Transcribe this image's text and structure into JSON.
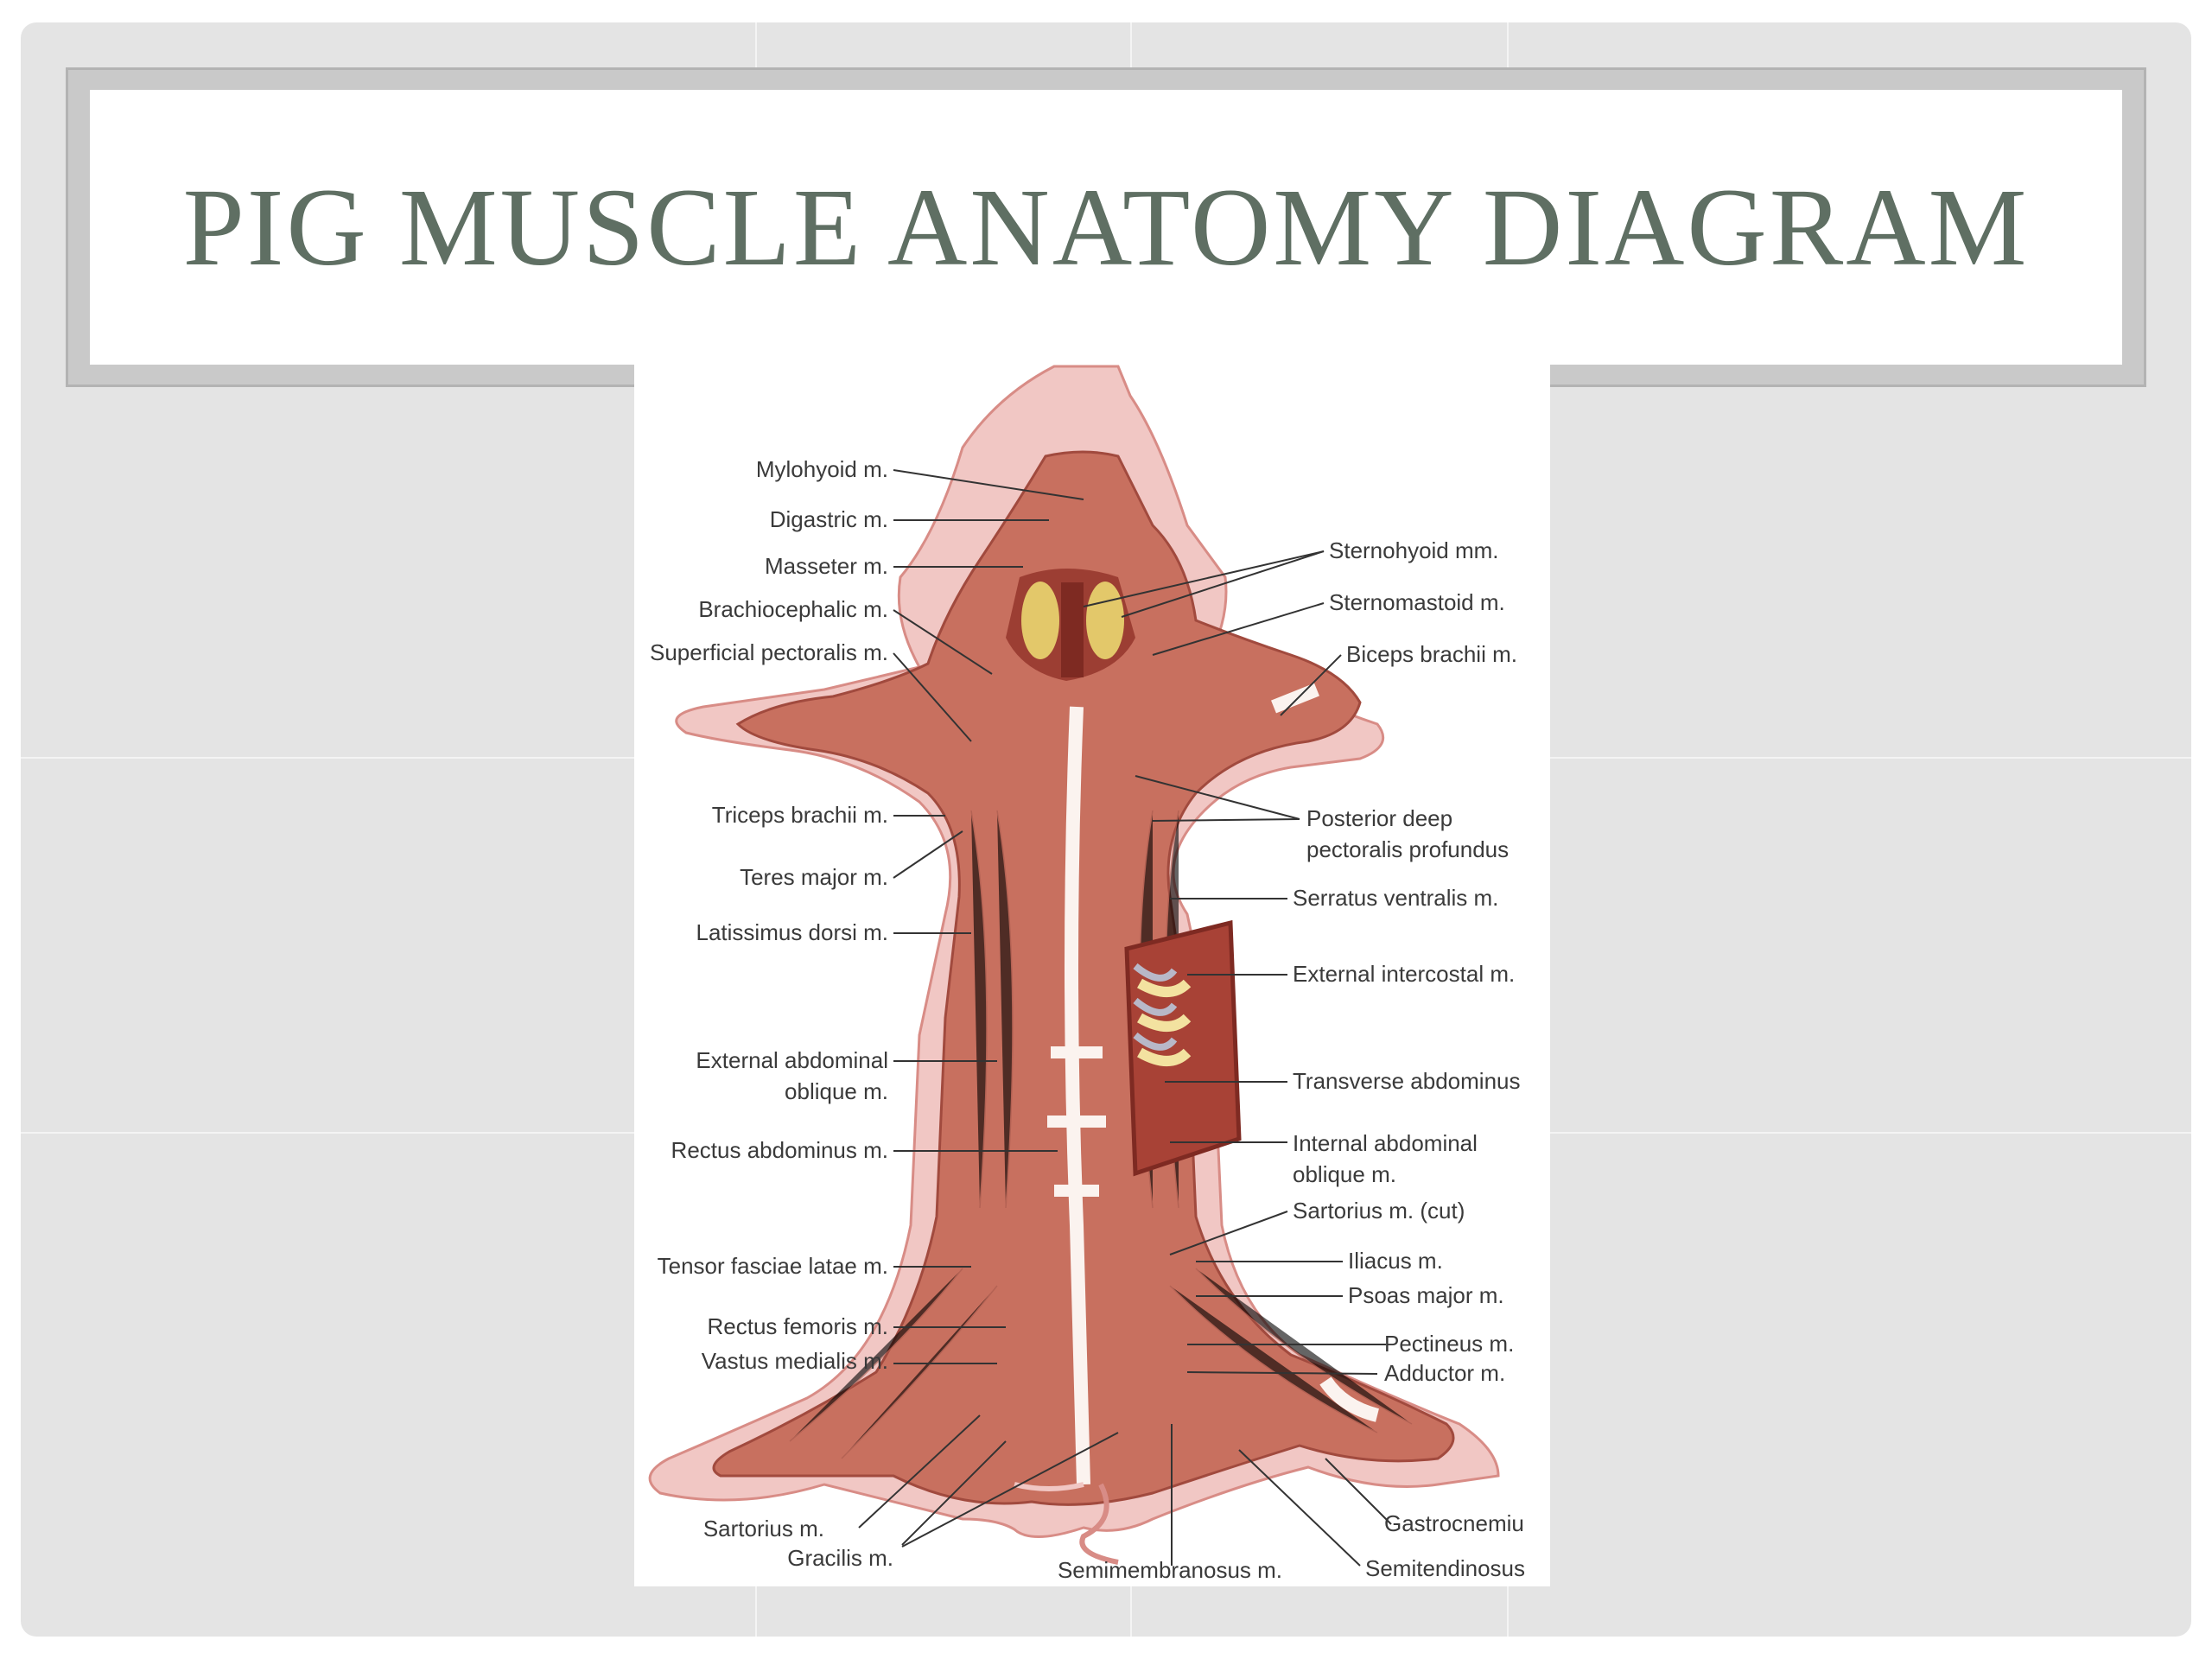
{
  "title": "PIG MUSCLE ANATOMY DIAGRAM",
  "labels_left": {
    "mylohyoid": "Mylohyoid m.",
    "digastric": "Digastric m.",
    "masseter": "Masseter m.",
    "brachiocephalic": "Brachiocephalic m.",
    "superficial_pectoralis": "Superficial pectoralis m.",
    "triceps": "Triceps brachii m.",
    "teres_major": "Teres major m.",
    "latissimus": "Latissimus dorsi m.",
    "ext_oblique_1": "External abdominal",
    "ext_oblique_2": "oblique m.",
    "rectus_abdominus": "Rectus abdominus m.",
    "tensor_fasciae": "Tensor fasciae latae m.",
    "rectus_femoris": "Rectus femoris m.",
    "vastus_medialis": "Vastus medialis m.",
    "sartorius": "Sartorius m.",
    "gracilis": "Gracilis m."
  },
  "labels_right": {
    "sternohyoid": "Sternohyoid mm.",
    "sternomastoid": "Sternomastoid m.",
    "biceps": "Biceps brachii m.",
    "post_pectoralis_1": "Posterior deep",
    "post_pectoralis_2": "pectoralis profundus",
    "serratus": "Serratus ventralis m.",
    "ext_intercostal": "External intercostal m.",
    "transverse": "Transverse abdominus",
    "int_oblique_1": "Internal abdominal",
    "int_oblique_2": "oblique m.",
    "sartorius_cut": "Sartorius m. (cut)",
    "iliacus": "Iliacus m.",
    "psoas": "Psoas major m.",
    "pectineus": "Pectineus m.",
    "adductor": "Adductor m.",
    "gastrocnemius": "Gastrocnemiu",
    "semitendinosus": "Semitendinosus"
  },
  "labels_bottom": {
    "semimembranosus": "Semimembranosus m."
  },
  "colors": {
    "muscle": "#c8705f",
    "muscle_dark": "#a14a3e",
    "skin": "#f1c7c4",
    "tendon": "#fbf3ef",
    "fat": "#e3c86a",
    "title": "#5f6f63"
  }
}
